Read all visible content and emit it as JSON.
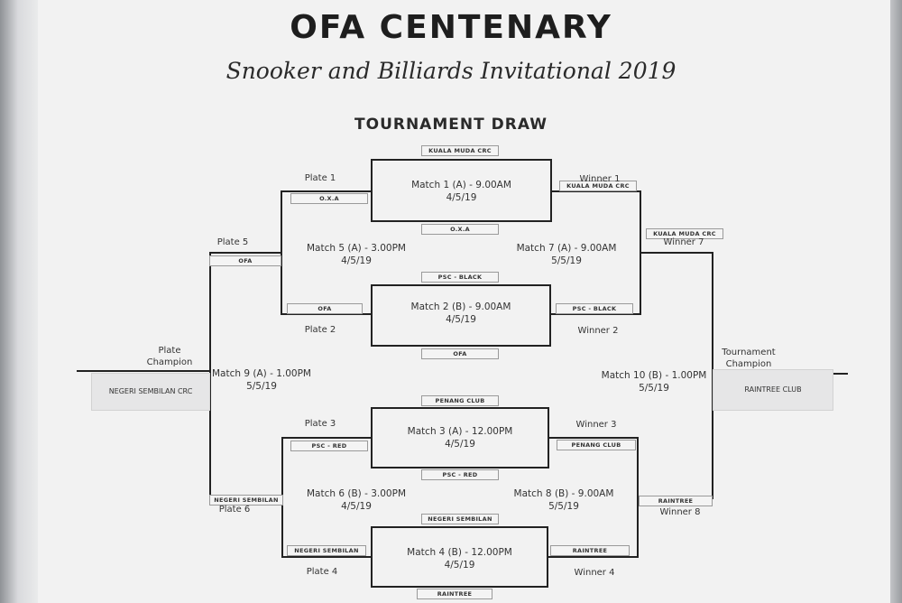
{
  "title": "OFA CENTENARY",
  "subtitle": "Snooker and Billiards Invitational 2019",
  "section_title": "TOURNAMENT DRAW",
  "matches": {
    "m1": {
      "name": "Match 1 (A) - 9.00AM",
      "date": "4/5/19"
    },
    "m2": {
      "name": "Match 2 (B) - 9.00AM",
      "date": "4/5/19"
    },
    "m3": {
      "name": "Match 3 (A) - 12.00PM",
      "date": "4/5/19"
    },
    "m4": {
      "name": "Match 4 (B) - 12.00PM",
      "date": "4/5/19"
    },
    "m5": {
      "name": "Match 5 (A) - 3.00PM",
      "date": "4/5/19"
    },
    "m6": {
      "name": "Match 6 (B) - 3.00PM",
      "date": "4/5/19"
    },
    "m7": {
      "name": "Match 7 (A) - 9.00AM",
      "date": "5/5/19"
    },
    "m8": {
      "name": "Match 8 (B) - 9.00AM",
      "date": "5/5/19"
    },
    "m9": {
      "name": "Match 9 (A) - 1.00PM",
      "date": "5/5/19"
    },
    "m10": {
      "name": "Match 10  (B) - 1.00PM",
      "date": "5/5/19"
    }
  },
  "teams": {
    "m1_top": "KUALA MUDA CRC",
    "m1_bottom": "O.X.A",
    "m2_top": "PSC - BLACK",
    "m2_bottom": "OFA",
    "m3_top": "PENANG CLUB",
    "m3_bottom": "PSC - RED",
    "m4_top": "NEGERI SEMBILAN CRC",
    "m4_bottom": "RAINTREE",
    "plate1": "O.X.A",
    "plate2": "OFA",
    "plate3": "PSC - RED",
    "plate4": "NEGERI SEMBILAN CRC",
    "plate5": "OFA",
    "plate6": "NEGERI SEMBILAN CRC",
    "winner1": "KUALA MUDA CRC",
    "winner2": "PSC - BLACK",
    "winner3": "PENANG CLUB",
    "winner4": "RAINTREE",
    "winner7": "KUALA MUDA CRC",
    "winner8": "RAINTREE"
  },
  "captions": {
    "plate1": "Plate 1",
    "plate2": "Plate 2",
    "plate3": "Plate 3",
    "plate4": "Plate 4",
    "plate5": "Plate 5",
    "plate6": "Plate 6",
    "winner1": "Winner 1",
    "winner2": "Winner 2",
    "winner3": "Winner 3",
    "winner4": "Winner 4",
    "winner7": "Winner 7",
    "winner8": "Winner 8",
    "plate_champion": "Plate\nChampion",
    "tournament_champion": "Tournament\nChampion"
  },
  "champions": {
    "plate": "NEGERI SEMBILAN CRC",
    "tournament": "RAINTREE CLUB"
  }
}
